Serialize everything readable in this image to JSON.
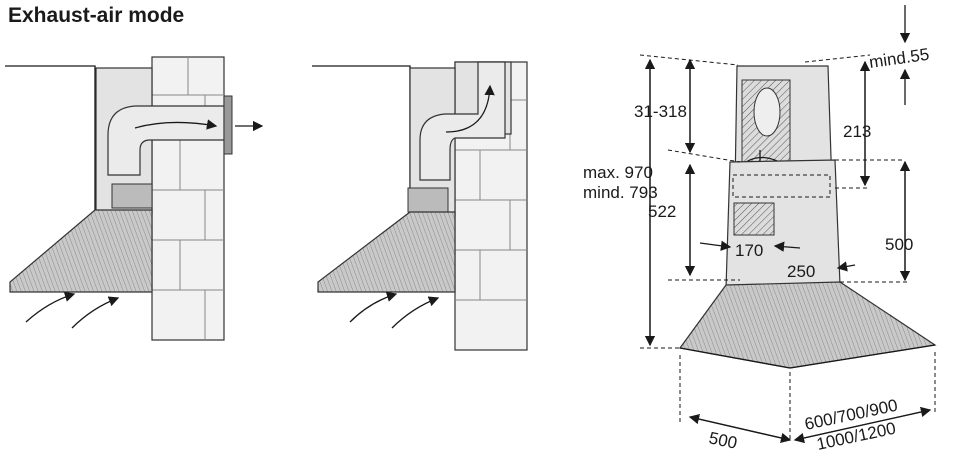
{
  "title": "Exhaust-air mode",
  "dimensions": {
    "min_55": "mind.55",
    "range_31_318": "31-318",
    "d213": "213",
    "max_970": "max. 970",
    "min_793": "mind. 793",
    "d522": "522",
    "d500_vertical": "500",
    "d170": "170",
    "d250": "250",
    "d500_depth": "500",
    "widths_line1": "600/700/900",
    "widths_line2": "1000/1200"
  }
}
